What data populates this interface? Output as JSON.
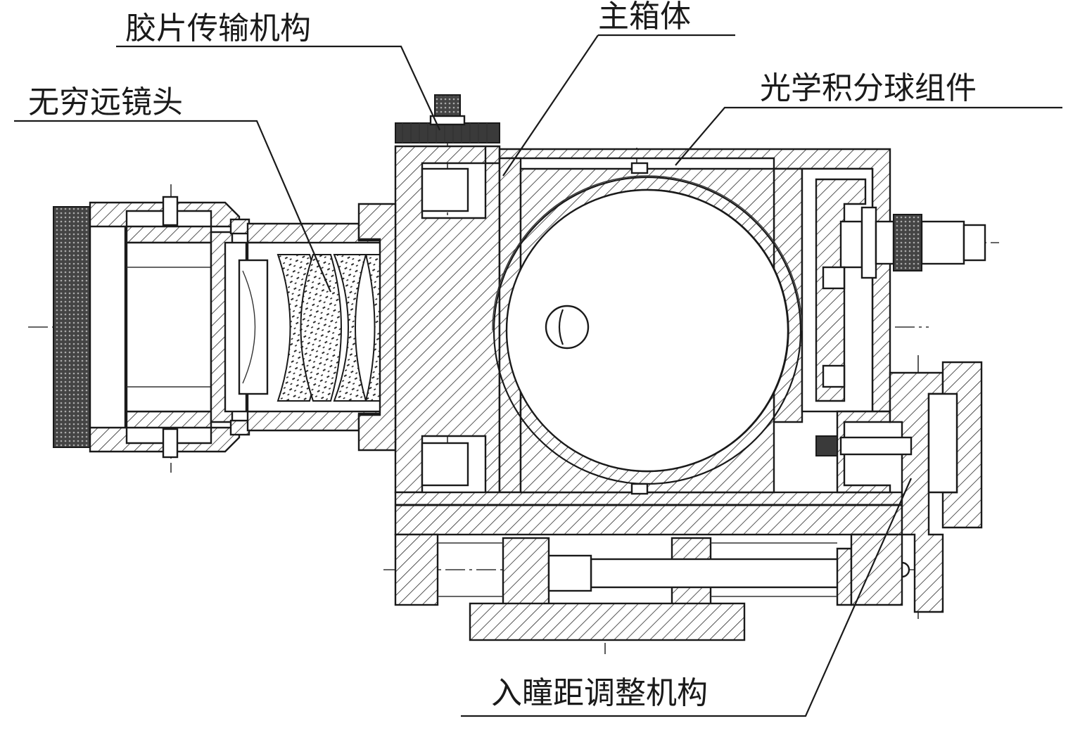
{
  "diagram": {
    "labels": {
      "film_transport": "胶片传输机构",
      "infinity_lens": "无穷远镜头",
      "main_box": "主箱体",
      "integrating_sphere": "光学积分球组件",
      "pupil_adjust": "入瞳距调整机构"
    },
    "colors": {
      "ink": "#1a1a1a",
      "background": "#ffffff"
    }
  }
}
